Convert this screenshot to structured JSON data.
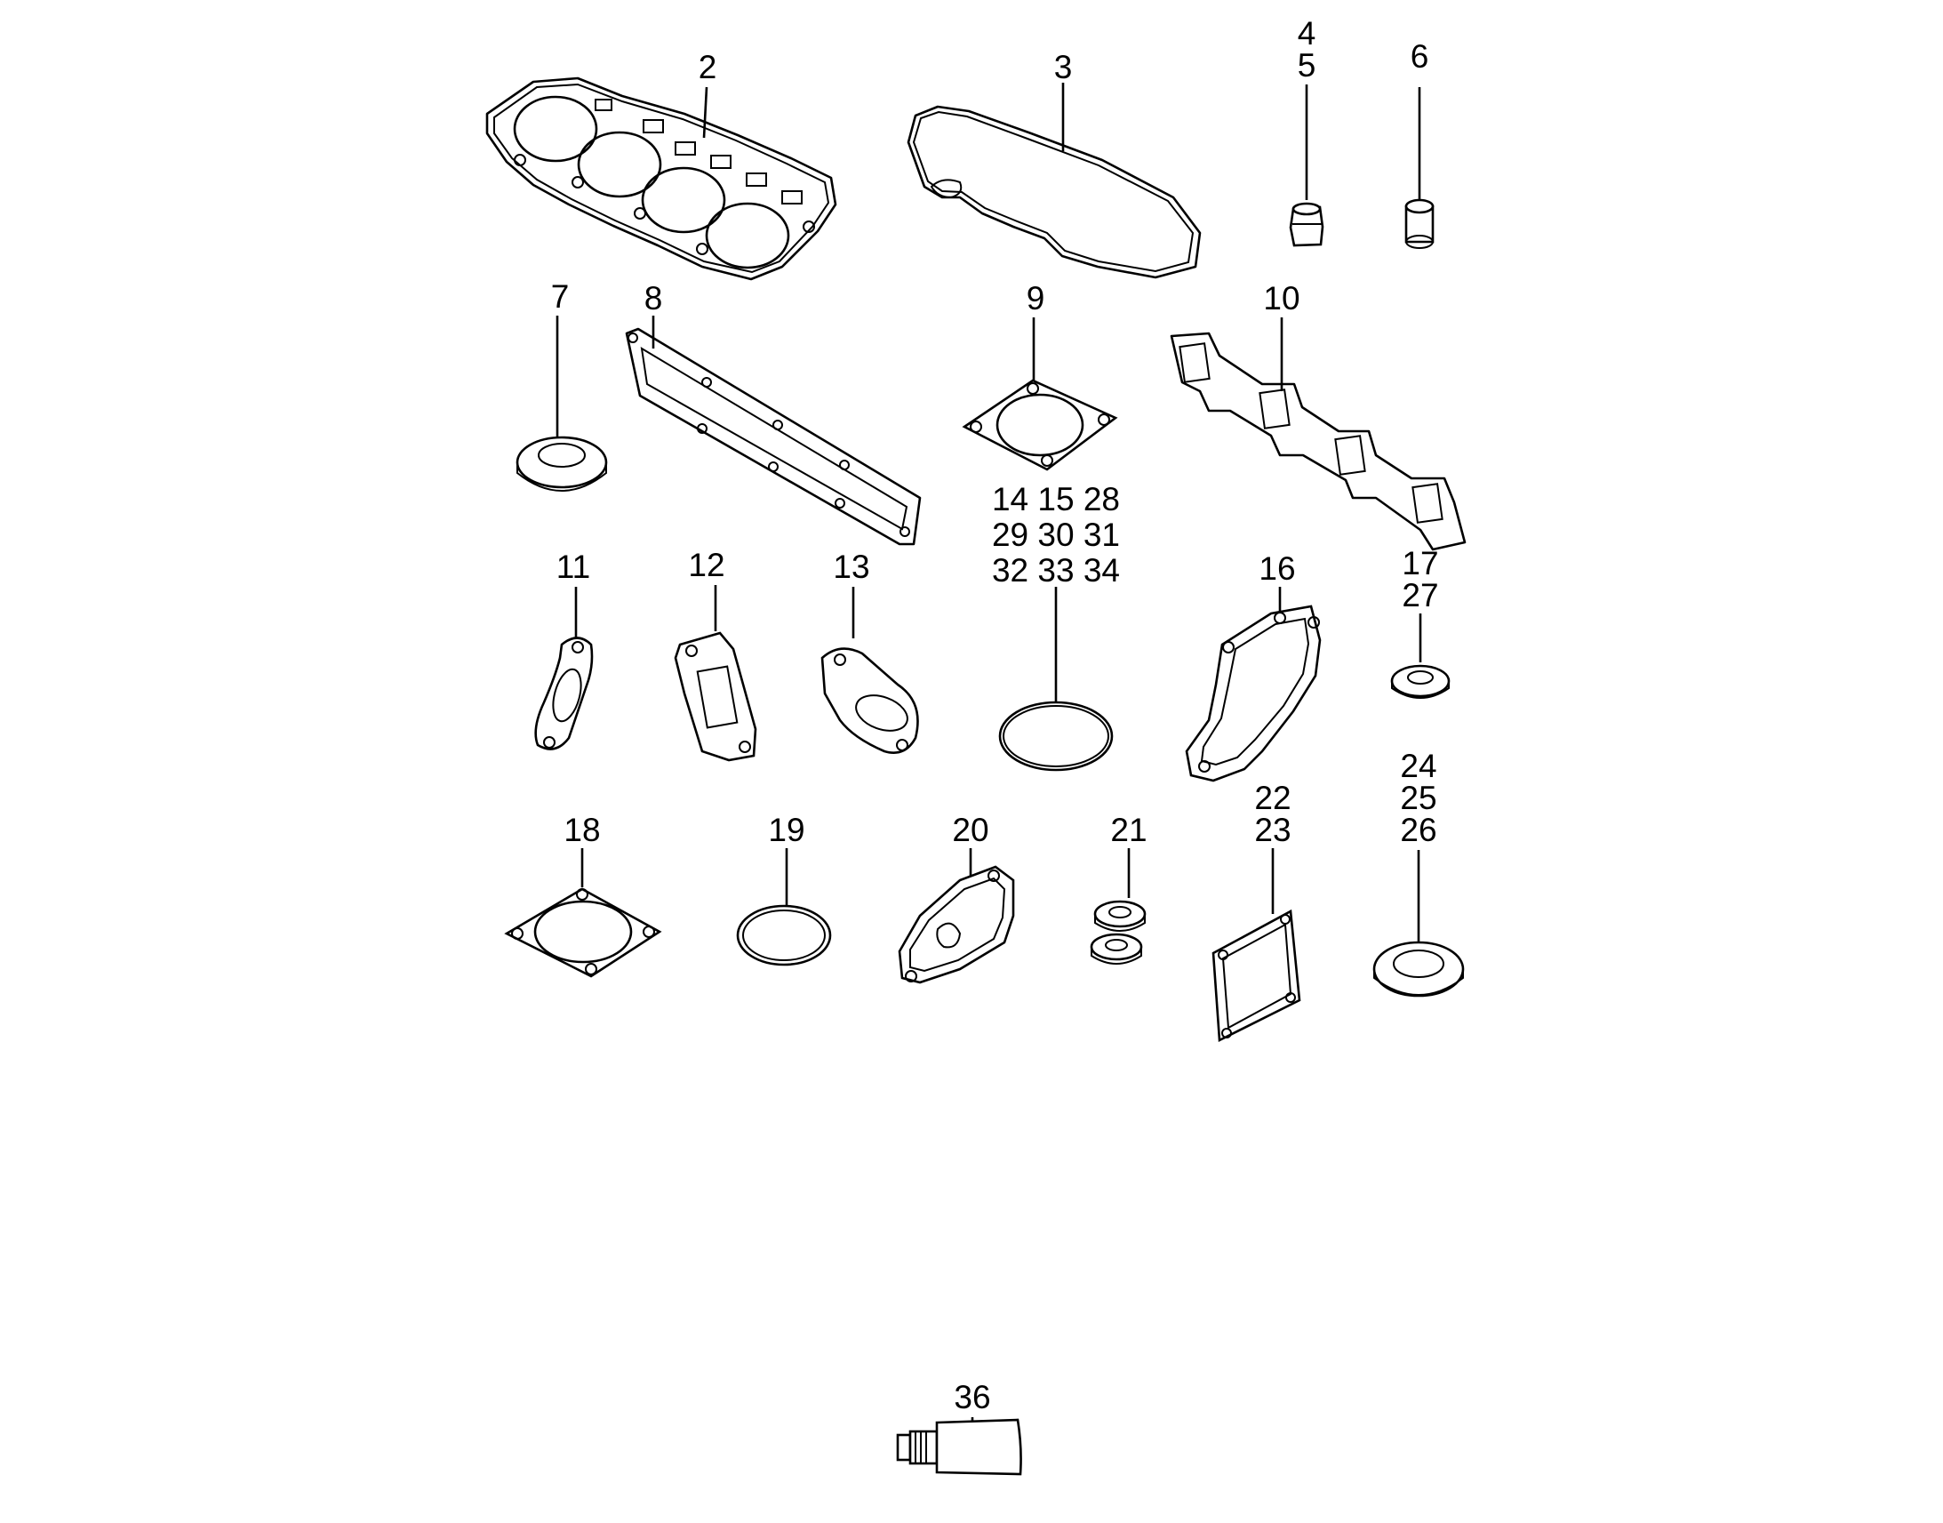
{
  "diagram": {
    "callouts": {
      "c2": [
        "2"
      ],
      "c3": [
        "3"
      ],
      "c4": [
        "4",
        "5"
      ],
      "c6": [
        "6"
      ],
      "c7": [
        "7"
      ],
      "c8": [
        "8"
      ],
      "c9": [
        "9"
      ],
      "c10": [
        "10"
      ],
      "c11": [
        "11"
      ],
      "c12": [
        "12"
      ],
      "c13": [
        "13"
      ],
      "c14": [
        "14 15 28",
        "29 30 31",
        "32 33 34"
      ],
      "c16": [
        "16"
      ],
      "c17": [
        "17",
        "27"
      ],
      "c18": [
        "18"
      ],
      "c19": [
        "19"
      ],
      "c20": [
        "20"
      ],
      "c21": [
        "21"
      ],
      "c22": [
        "22",
        "23"
      ],
      "c24": [
        "24",
        "25",
        "26"
      ],
      "c36": [
        "36"
      ]
    }
  }
}
